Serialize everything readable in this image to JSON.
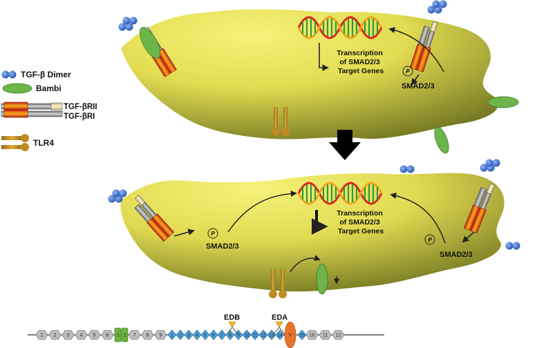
{
  "legend": {
    "tgf_dimer": "TGF-β Dimer",
    "bambi": "Bambi",
    "tgf_rii": "TGF-βRII",
    "tgf_ri": "TGF-βRI",
    "tlr4": "TLR4"
  },
  "top_cell": {
    "transcription_lines": [
      "Transcription",
      "of SMAD2/3",
      "Target Genes"
    ],
    "smad_label": "SMAD2/3",
    "p_label": "P"
  },
  "bottom_cell": {
    "transcription_lines": [
      "Transcription",
      "of SMAD2/3",
      "Target Genes"
    ],
    "smad_left_label": "SMAD2/3",
    "smad_right_label": "SMAD2/3",
    "p_label": "P"
  },
  "gene": {
    "edb_label": "EDB",
    "eda_label": "EDA",
    "exons": [
      {
        "label": "1",
        "shape": "hex"
      },
      {
        "label": "2",
        "shape": "hex"
      },
      {
        "label": "3",
        "shape": "hex"
      },
      {
        "label": "4",
        "shape": "hex"
      },
      {
        "label": "5",
        "shape": "hex"
      },
      {
        "label": "6",
        "shape": "hex"
      },
      {
        "label": "1",
        "shape": "rect"
      },
      {
        "label": "2",
        "shape": "rect"
      },
      {
        "label": "7",
        "shape": "hex"
      },
      {
        "label": "8",
        "shape": "hex"
      },
      {
        "label": "9",
        "shape": "hex"
      },
      {
        "label": "1",
        "shape": "diamond"
      },
      {
        "label": "2",
        "shape": "diamond"
      },
      {
        "label": "3",
        "shape": "diamond"
      },
      {
        "label": "4",
        "shape": "diamond"
      },
      {
        "label": "5",
        "shape": "diamond"
      },
      {
        "label": "6",
        "shape": "diamond"
      },
      {
        "label": "7",
        "shape": "diamond"
      },
      {
        "label": "8",
        "shape": "diamond"
      },
      {
        "label": "9",
        "shape": "diamond"
      },
      {
        "label": "10",
        "shape": "diamond"
      },
      {
        "label": "11",
        "shape": "diamond"
      },
      {
        "label": "12",
        "shape": "diamond"
      },
      {
        "label": "13",
        "shape": "diamond"
      },
      {
        "label": "14",
        "shape": "diamond"
      },
      {
        "label": "V",
        "shape": "oval"
      },
      {
        "label": "15",
        "shape": "diamond"
      },
      {
        "label": "10",
        "shape": "hex"
      },
      {
        "label": "11",
        "shape": "hex"
      },
      {
        "label": "12",
        "shape": "hex"
      }
    ]
  },
  "colors": {
    "cell_light": "#f2ee6a",
    "cell_dark": "#6f7320",
    "tgf_dimer": "#3a6fd0",
    "bambi": "#6db44a",
    "receptor_red": "#d8261b",
    "receptor_orange": "#f4a21a",
    "receptor_grey": "#9a9a9a",
    "receptor_tan": "#efe2b4",
    "tlr4": "#c8962b",
    "big_arrow": "#000000",
    "exon_grey": "#bdbdbd",
    "exon_green": "#6cb33f",
    "exon_blue": "#4da3dc",
    "exon_orange": "#e8742a",
    "exon_gold": "#f2b51e"
  }
}
